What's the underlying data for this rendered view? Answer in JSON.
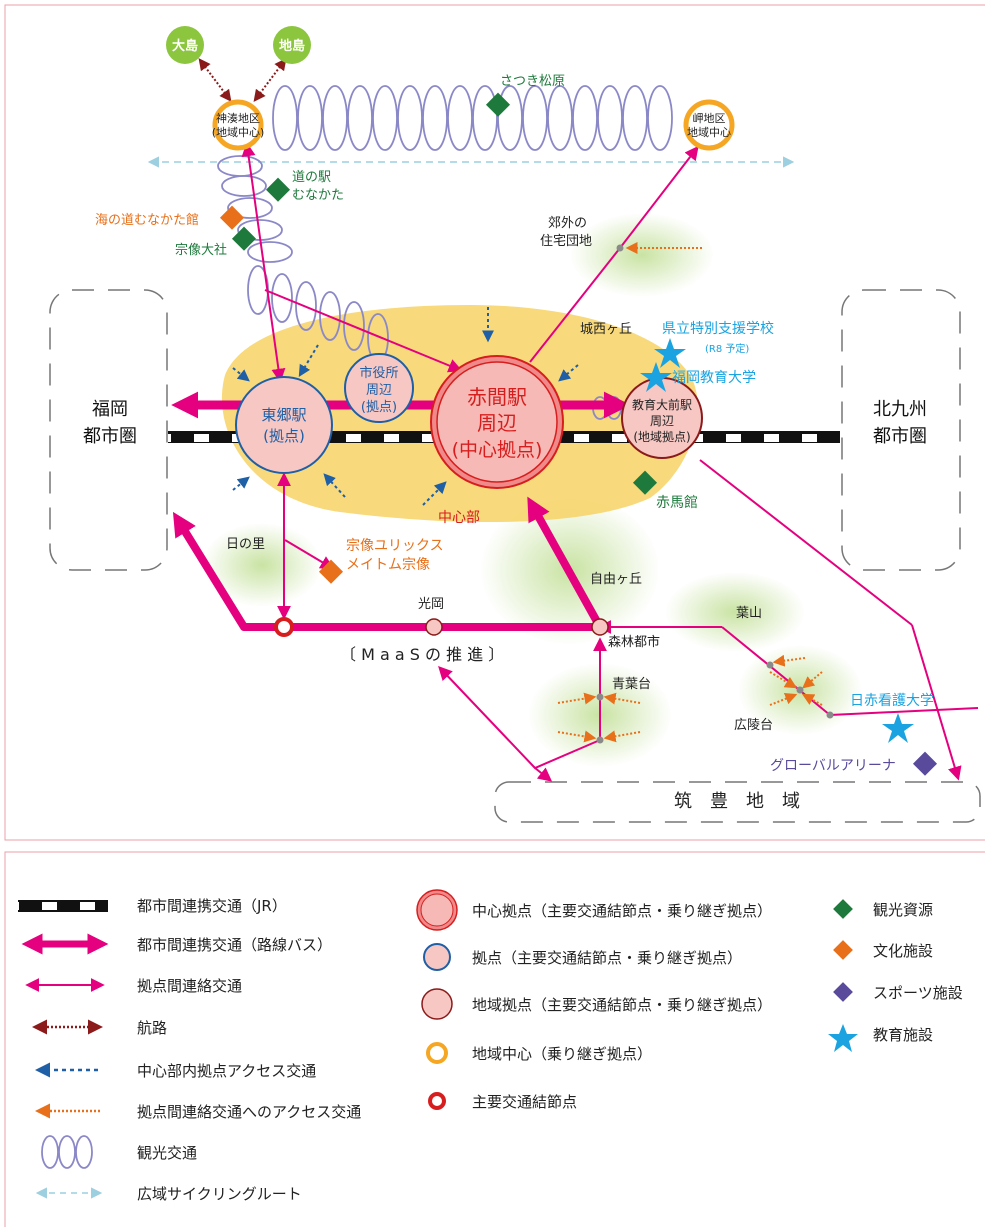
{
  "colors": {
    "pink": "#e4007f",
    "dark_red": "#8b1a1a",
    "blue": "#1f5fa6",
    "orange": "#e8701a",
    "green": "#1e7a3c",
    "purple": "#5a4a9c",
    "star": "#1aa3e0",
    "zone_yellow": "#f7d264",
    "node_fill": "#f6c7c3",
    "tourist_ring": "#8b88c8",
    "cycle": "#9ccfe0"
  },
  "map": {
    "islands": {
      "oshima": "大島",
      "jinoshima": "地島"
    },
    "kounominato": {
      "line1": "神湊地区",
      "line2": "(地域中心)"
    },
    "misaki": {
      "line1": "岬地区",
      "line2": "地域中心"
    },
    "satsuki": "さつき松原",
    "michinoeki": {
      "line1": "道の駅",
      "line2": "むなかた"
    },
    "uminomichi": "海の道むなかた館",
    "taisha": "宗像大社",
    "suburb": {
      "line1": "郊外の",
      "line2": "住宅団地"
    },
    "jouzai": "城西ヶ丘",
    "school": {
      "line1": "県立特別支援学校",
      "line2": "(R8 予定)"
    },
    "kyoiku_univ": "福岡教育大学",
    "fukuoka": {
      "line1": "福岡",
      "line2": "都市圏"
    },
    "kitakyushu": {
      "line1": "北九州",
      "line2": "都市圏"
    },
    "togo": {
      "line1": "東郷駅",
      "line2": "(拠点)"
    },
    "shiyakusho": {
      "line1": "市役所",
      "line2": "周辺",
      "line3": "(拠点)"
    },
    "akama": {
      "line1": "赤間駅",
      "line2": "周辺",
      "line3": "(中心拠点)"
    },
    "kyodai": {
      "line1": "教育大前駅",
      "line2": "周辺",
      "line3": "(地域拠点)"
    },
    "chushinbu": "中心部",
    "sekibakan": "赤馬館",
    "hinosato": "日の里",
    "yurix": {
      "line1": "宗像ユリックス",
      "line2": "メイトム宗像"
    },
    "jiyugaoka": "自由ヶ丘",
    "kooka": "光岡",
    "shinrin": "森林都市",
    "maas": "〔 M a a S の 推 進 〕",
    "hayama": "葉山",
    "aobadai": "青葉台",
    "koryodai": "広陵台",
    "nisseki": "日赤看護大学",
    "arena": "グローバルアリーナ",
    "chikuho": "筑　豊　地　域"
  },
  "legend": {
    "jr": "都市間連携交通（JR）",
    "bus": "都市間連携交通（路線バス）",
    "link": "拠点間連絡交通",
    "route": "航路",
    "inner": "中心部内拠点アクセス交通",
    "access": "拠点間連絡交通へのアクセス交通",
    "tourist": "観光交通",
    "cycling": "広域サイクリングルート",
    "center_hub": "中心拠点（主要交通結節点・乗り継ぎ拠点）",
    "hub": "拠点（主要交通結節点・乗り継ぎ拠点）",
    "area_hub": "地域拠点（主要交通結節点・乗り継ぎ拠点）",
    "area_center": "地域中心（乗り継ぎ拠点）",
    "node": "主要交通結節点",
    "tourism": "観光資源",
    "culture": "文化施設",
    "sports": "スポーツ施設",
    "education": "教育施設"
  }
}
